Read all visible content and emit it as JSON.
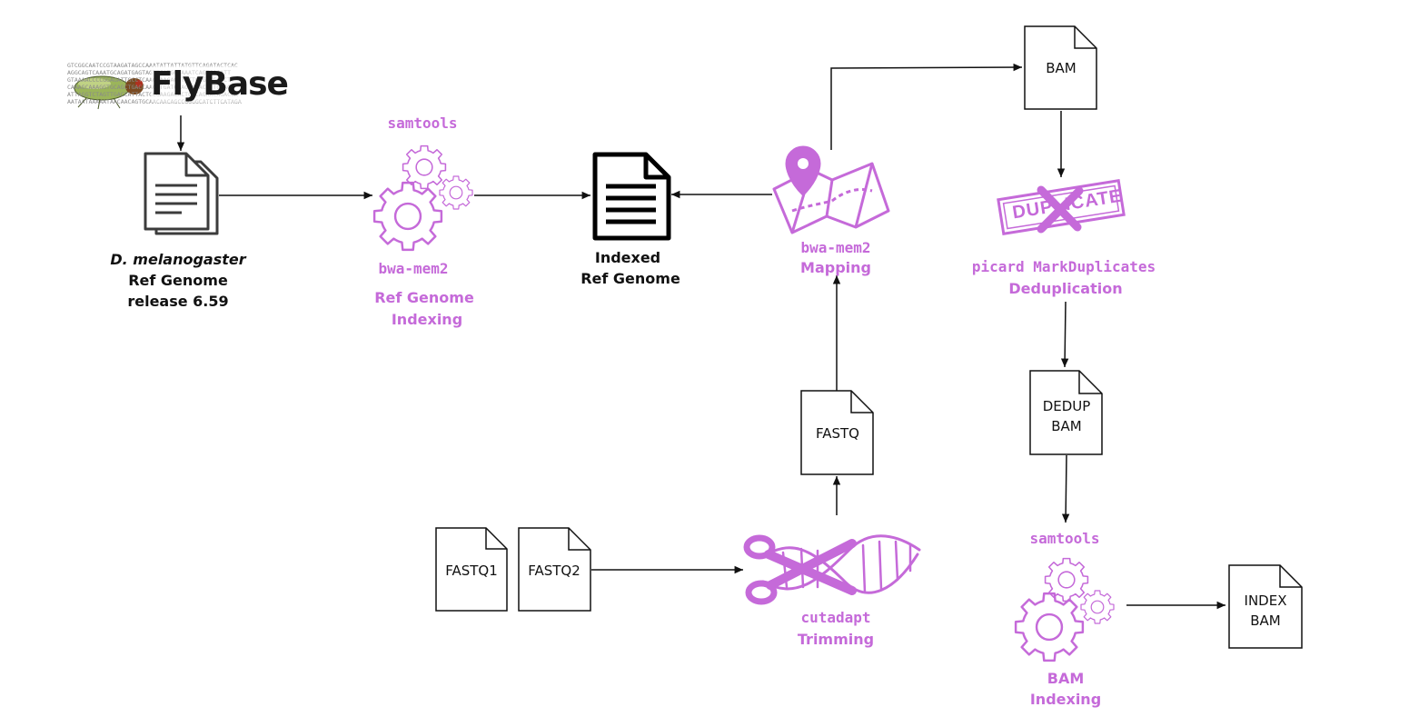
{
  "flybase": {
    "logo_text": "FlyBase",
    "dna_lines": [
      "GTCGGCAATCCGTAAGATAGCCAAATATTATTATGTTCAGATACTCAC",
      "AGGCAGTCAAATGCAGATGAGTAGTTCATGGGAAATCAGTGAAATT",
      "GTAAAACCCCGGAGATTGCCTCAACAAAGAGGTCTTGCGTCGGCCTT",
      "CAAAGCAAAGGTGCAGCTGACCAACGTGATCAAGCACACCTTGCAGT",
      "ATTAGGTCTAGTTGACCATTACTCCGAAGACACTCGCAGAACAGACCA",
      "AATAATAAAAATAACAACAGTGCAACAACAGCCGGGGCATCTTCATAGA"
    ]
  },
  "ref_genome": {
    "species": "D. melanogaster",
    "line2": "Ref Genome",
    "line3": "release 6.59"
  },
  "indexing": {
    "tool_top": "samtools",
    "tool_bottom": "bwa-mem2",
    "step_line1": "Ref Genome",
    "step_line2": "Indexing"
  },
  "indexed": {
    "line1": "Indexed",
    "line2": "Ref Genome"
  },
  "mapping": {
    "tool": "bwa-mem2",
    "step": "Mapping"
  },
  "bam": {
    "label": "BAM"
  },
  "dedup": {
    "stamp_text": "DUPLICATE",
    "tool": "picard MarkDuplicates",
    "step": "Deduplication"
  },
  "dedup_bam": {
    "line1": "DEDUP",
    "line2": "BAM"
  },
  "bam_indexing": {
    "tool": "samtools",
    "step_line1": "BAM",
    "step_line2": "Indexing"
  },
  "index_bam": {
    "line1": "INDEX",
    "line2": "BAM"
  },
  "fastq_trimmed": {
    "label": "FASTQ"
  },
  "trimming": {
    "tool": "cutadapt",
    "step": "Trimming"
  },
  "fastq1": {
    "label": "FASTQ1"
  },
  "fastq2": {
    "label": "FASTQ2"
  },
  "colors": {
    "tool_purple": "#c56ad9",
    "line_black": "#111111",
    "doc_gray": "#3c3c3c"
  }
}
